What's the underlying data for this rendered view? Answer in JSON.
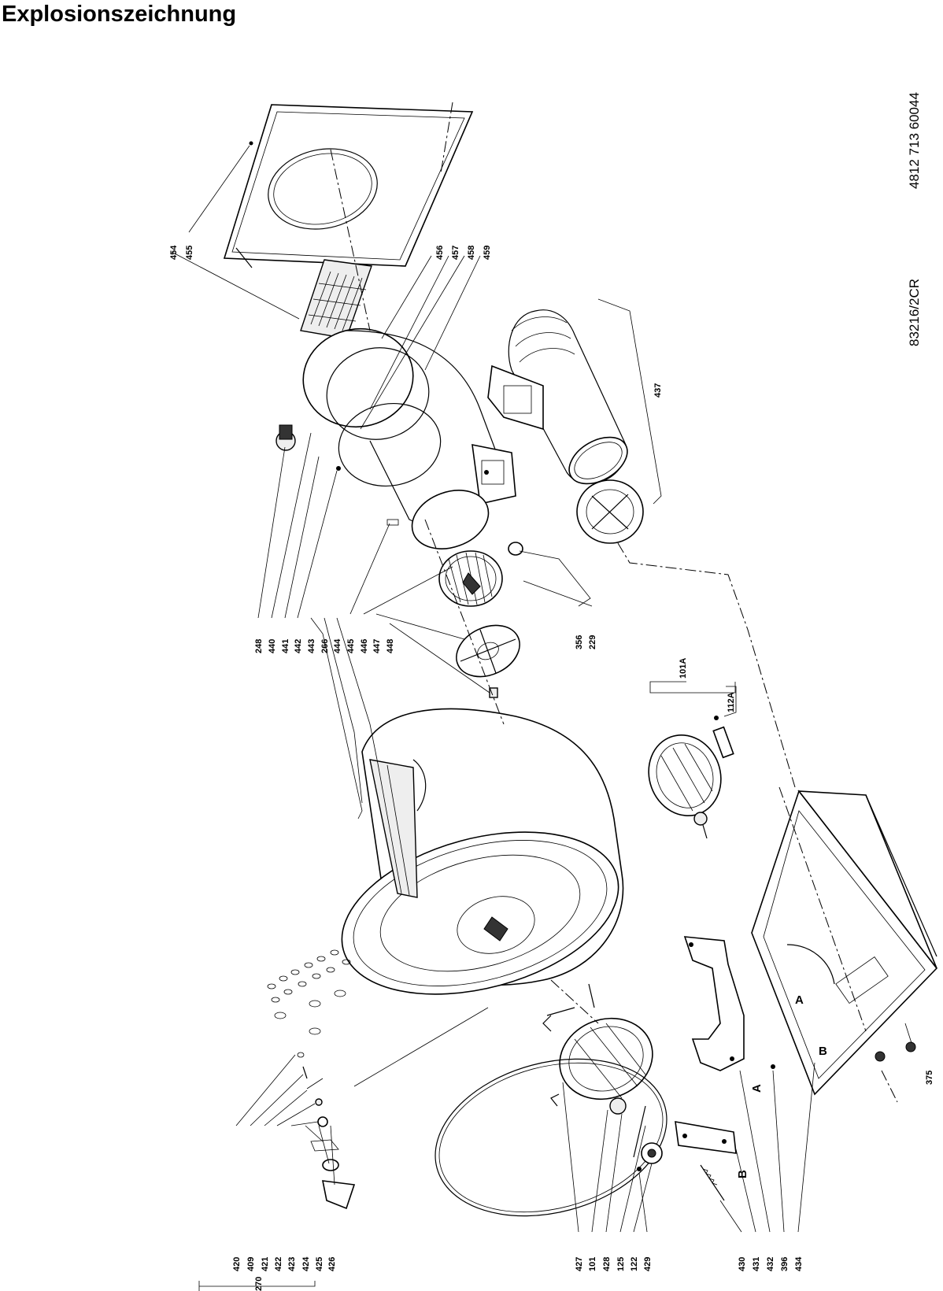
{
  "title": "Explosionszeichnung",
  "model_code": "83216/2CR",
  "part_code": "4812 713 60044",
  "parts": {
    "p454": "454",
    "p455": "455",
    "p456": "456",
    "p457": "457",
    "p458": "458",
    "p459": "459",
    "p437": "437",
    "p248": "248",
    "p440": "440",
    "p441": "441",
    "p442": "442",
    "p443": "443",
    "p266": "266",
    "p444": "444",
    "p445": "445",
    "p446": "446",
    "p447": "447",
    "p448": "448",
    "p356": "356",
    "p229": "229",
    "p101A": "101A",
    "p112A": "112A",
    "p375": "375",
    "p420": "420",
    "p409": "409",
    "p421": "421",
    "p422": "422",
    "p423": "423",
    "p424": "424",
    "p425": "425",
    "p426": "426",
    "p270": "270",
    "p427": "427",
    "p101": "101",
    "p428": "428",
    "p125": "125",
    "p122": "122",
    "p429": "429",
    "p430": "430",
    "p431": "431",
    "p432": "432",
    "p396": "396",
    "p434": "434"
  },
  "letters": {
    "A": "A",
    "B": "B"
  }
}
